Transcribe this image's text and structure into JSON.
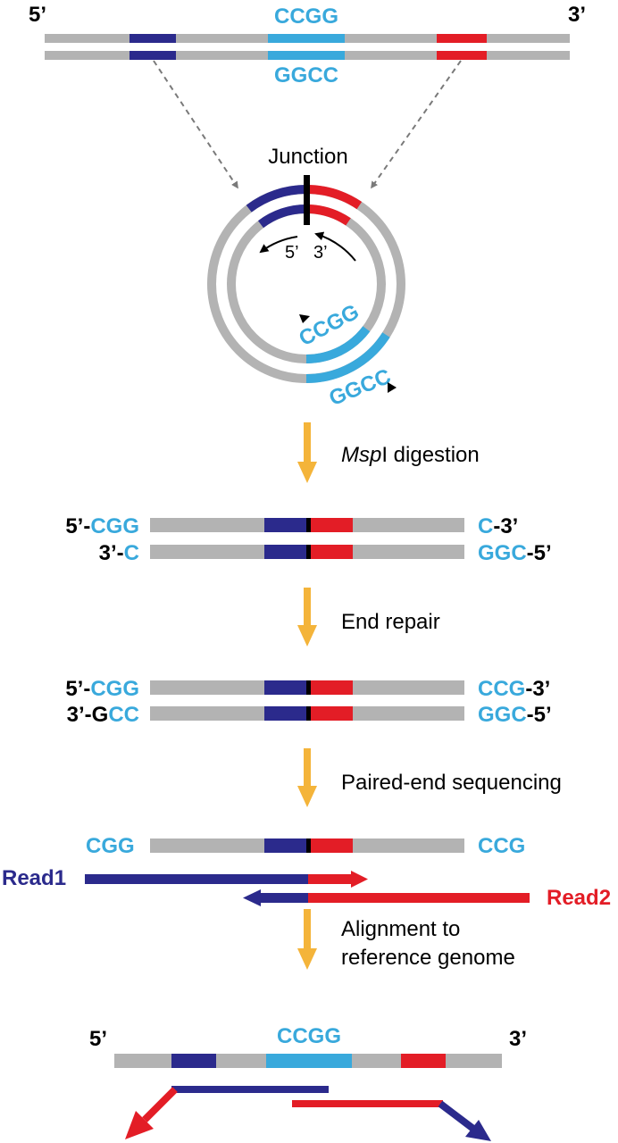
{
  "colors": {
    "strand": "#b3b3b3",
    "navy": "#2b2a8c",
    "red": "#e31d26",
    "cyan": "#39a9dc",
    "arrow": "#f4b43a",
    "text": "#000000"
  },
  "top": {
    "end5": "5’",
    "end3": "3’",
    "site_top": "CCGG",
    "site_bottom": "GGCC"
  },
  "circle": {
    "junction_label": "Junction",
    "primer5": "5’",
    "primer3": "3’",
    "site_outer": "CCGG",
    "site_inner": "GGCC"
  },
  "steps": {
    "digest_italic": "Msp",
    "digest_rest": "I digestion",
    "end_repair": "End repair",
    "sequencing": "Paired-end sequencing",
    "align_line1": "Alignment to",
    "align_line2": "reference genome"
  },
  "digested": {
    "top_left_prefix": "5’-",
    "top_left_seq": "CGG",
    "top_right_seq": "C",
    "top_right_suffix": "-3’",
    "bot_left_prefix": "3’-",
    "bot_left_seq": "C",
    "bot_right_seq": "GGC",
    "bot_right_suffix": "-5’"
  },
  "repaired": {
    "top_left_prefix": "5’-",
    "top_left_seq": "CGG",
    "top_right_seq": "CCG",
    "top_right_suffix": "-3’",
    "bot_left_prefix": "3’-",
    "bot_left_g": "G",
    "bot_left_cc": "CC",
    "bot_right_seq": "GGC",
    "bot_right_suffix": "-5’"
  },
  "sequenced": {
    "left_seq": "CGG",
    "right_seq": "CCG",
    "read1": "Read1",
    "read2": "Read2"
  },
  "aligned": {
    "end5": "5’",
    "end3": "3’",
    "site": "CCGG"
  }
}
